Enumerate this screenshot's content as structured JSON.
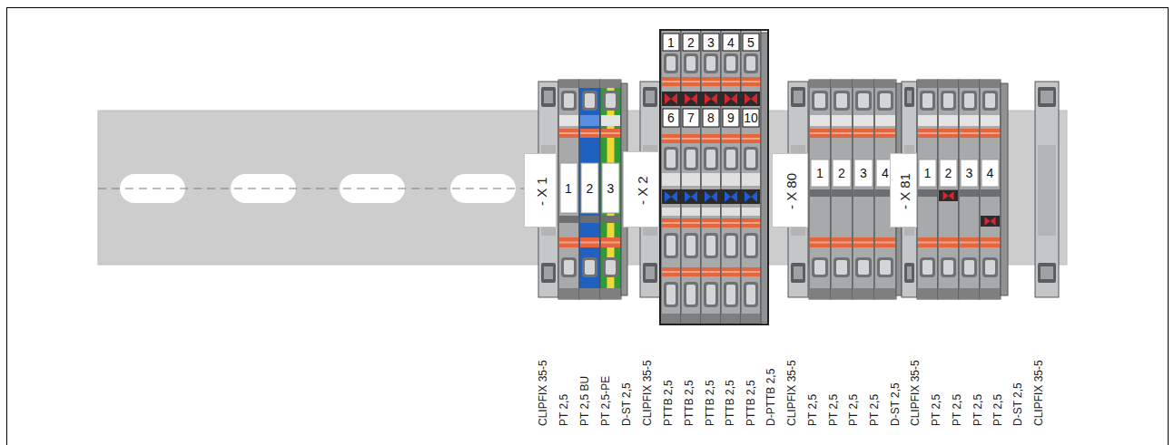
{
  "diagram": {
    "nodes": [
      {
        "text": [
          "- X 1"
        ]
      },
      {
        "text": [
          "- X 2"
        ]
      },
      {
        "text": [
          "- X 80"
        ]
      },
      {
        "text": [
          "- X 81"
        ]
      }
    ],
    "labels": [
      "1",
      "2",
      "3",
      "1",
      "2",
      "3",
      "4",
      "5",
      "6",
      "7",
      "8",
      "9",
      "10",
      "1",
      "2",
      "3",
      "4",
      "1",
      "2",
      "3",
      "4",
      "CLIPFIX 35-5",
      "PT 2,5",
      "PT 2,5 BU",
      "PT 2,5-PE",
      "D-ST 2,5",
      "CLIPFIX 35-5",
      "PTTB 2,5",
      "PTTB 2,5",
      "PTTB 2,5",
      "PTTB 2,5",
      "PTTB 2,5",
      "D-PTTB 2,5",
      "CLIPFIX 35-5",
      "PT 2,5",
      "PT 2,5",
      "PT 2,5",
      "PT 2,5",
      "D-ST 2,5",
      "CLIPFIX 35-5",
      "PT 2,5",
      "PT 2,5",
      "PT 2,5",
      "PT 2,5",
      "D-ST 2,5",
      "CLIPFIX 35-5"
    ]
  }
}
